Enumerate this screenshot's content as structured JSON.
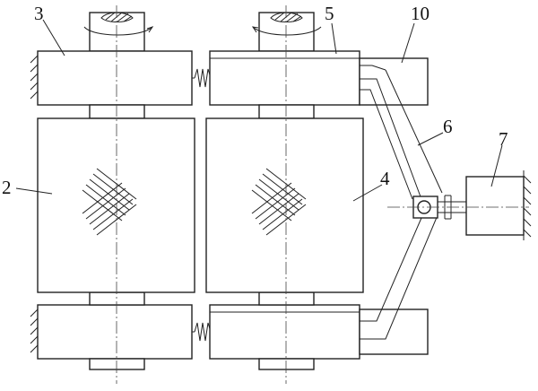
{
  "diagram": {
    "labels": {
      "part_2": "2",
      "part_3": "3",
      "part_4": "4",
      "part_5": "5",
      "part_6": "6",
      "part_7": "7",
      "part_10": "10"
    }
  }
}
